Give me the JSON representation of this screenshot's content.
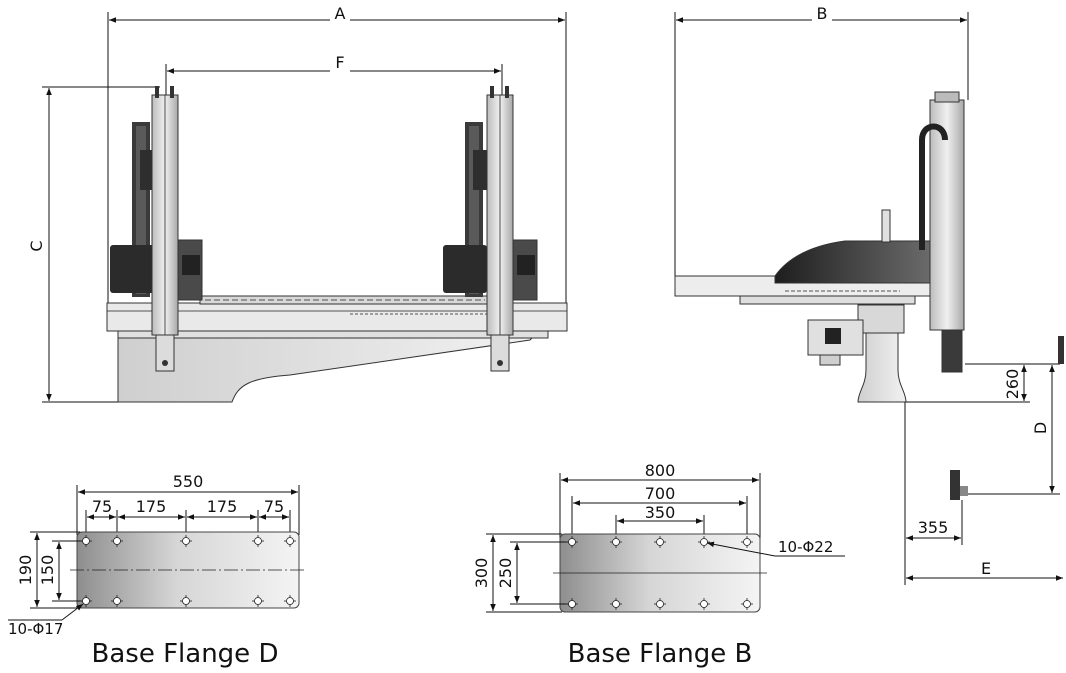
{
  "dimensions": {
    "A": "A",
    "B": "B",
    "C": "C",
    "D": "D",
    "E": "E",
    "F": "F",
    "h260": "260",
    "w355": "355"
  },
  "flange_d": {
    "title": "Base Flange D",
    "width": "550",
    "offset_left": "75",
    "pitch_1": "175",
    "pitch_2": "175",
    "offset_right": "75",
    "height": "190",
    "hole_pitch": "150",
    "holes": "10-Φ17"
  },
  "flange_b": {
    "title": "Base Flange B",
    "width": "800",
    "pitch_outer": "700",
    "pitch_inner": "350",
    "height": "300",
    "hole_pitch": "250",
    "holes": "10-Φ22"
  },
  "colors": {
    "line": "#111111",
    "frame_light": "#e6e6e6",
    "frame_mid": "#bdbdbd",
    "motor_dark": "#2b2b2b",
    "flange_grad_start": "#8e8e8e",
    "flange_grad_end": "#f4f4f4"
  }
}
